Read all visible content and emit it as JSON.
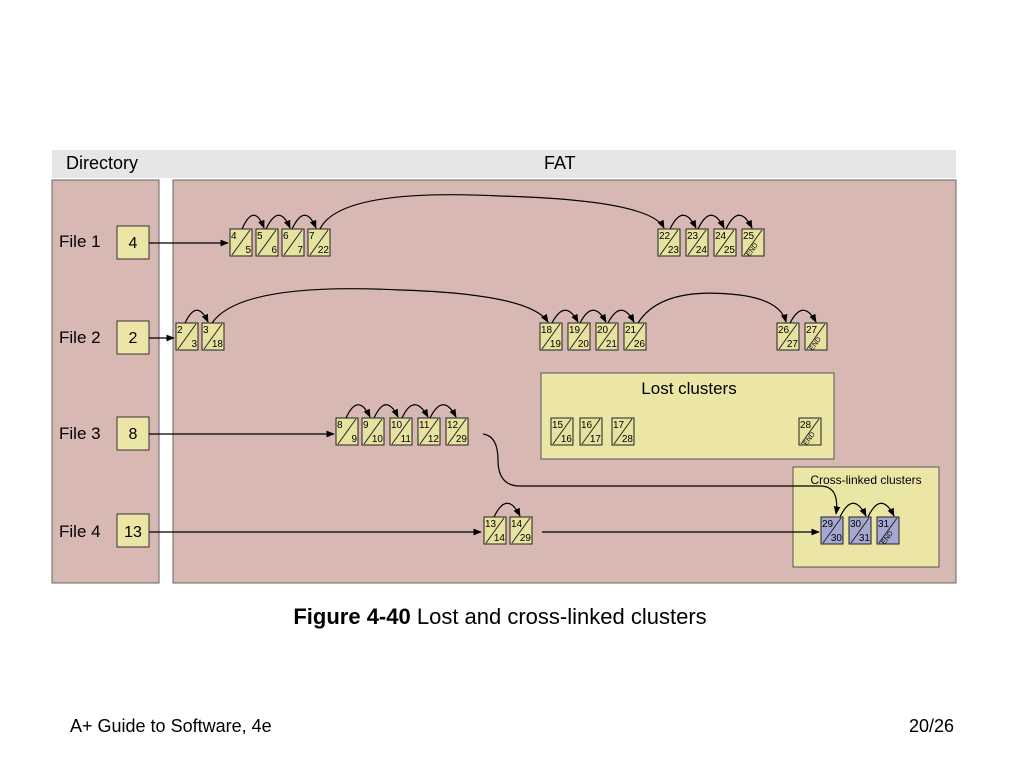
{
  "headers": {
    "directory": "Directory",
    "fat": "FAT"
  },
  "files": [
    {
      "label": "File 1",
      "start": "4"
    },
    {
      "label": "File 2",
      "start": "2"
    },
    {
      "label": "File 3",
      "start": "8"
    },
    {
      "label": "File 4",
      "start": "13"
    }
  ],
  "lost_clusters": {
    "title": "Lost clusters",
    "cells": [
      [
        "15",
        "16"
      ],
      [
        "16",
        "17"
      ],
      [
        "17",
        "28"
      ],
      [
        "28",
        "END"
      ]
    ]
  },
  "cross_linked": {
    "title": "Cross-linked clusters",
    "cells": [
      [
        "29",
        "30"
      ],
      [
        "30",
        "31"
      ],
      [
        "31",
        "END"
      ]
    ]
  },
  "chains": {
    "file1": [
      [
        "4",
        "5"
      ],
      [
        "5",
        "6"
      ],
      [
        "6",
        "7"
      ],
      [
        "7",
        "22"
      ],
      [
        "22",
        "23"
      ],
      [
        "23",
        "24"
      ],
      [
        "24",
        "25"
      ],
      [
        "25",
        "END"
      ]
    ],
    "file2": [
      [
        "2",
        "3"
      ],
      [
        "3",
        "18"
      ],
      [
        "18",
        "19"
      ],
      [
        "19",
        "20"
      ],
      [
        "20",
        "21"
      ],
      [
        "21",
        "26"
      ],
      [
        "26",
        "27"
      ],
      [
        "27",
        "END"
      ]
    ],
    "file3": [
      [
        "8",
        "9"
      ],
      [
        "9",
        "10"
      ],
      [
        "10",
        "11"
      ],
      [
        "11",
        "12"
      ],
      [
        "12",
        "29"
      ]
    ],
    "file4": [
      [
        "13",
        "14"
      ],
      [
        "14",
        "29"
      ]
    ]
  },
  "colors": {
    "panel": "#d8b8b3",
    "header": "#e6e6e6",
    "cell": "#e8e2a0",
    "cross_cell": "#a6a8d2",
    "box": "#ece6a6"
  },
  "caption": {
    "bold": "Figure 4-40",
    "text": " Lost and cross-linked clusters"
  },
  "footer": {
    "left": "A+ Guide to Software, 4e",
    "right": "20/26"
  }
}
